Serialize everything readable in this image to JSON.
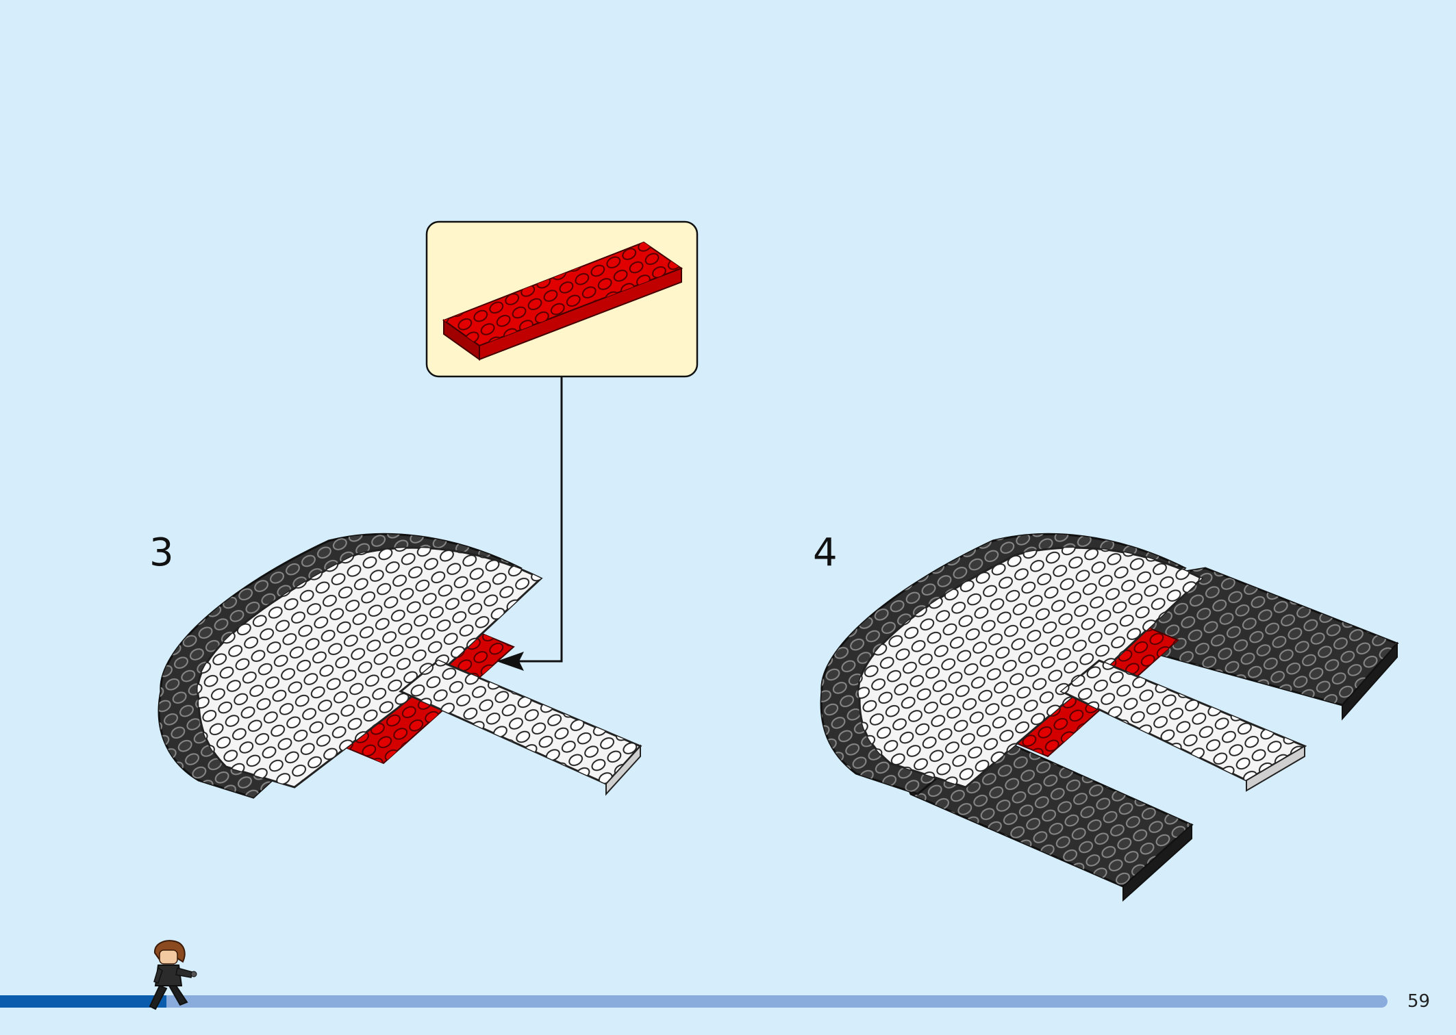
{
  "steps": [
    {
      "number": "3"
    },
    {
      "number": "4"
    }
  ],
  "callout": {
    "part": "red 2x8 plate"
  },
  "progress": {
    "fraction": 0.12
  },
  "page": {
    "number": "59"
  },
  "colors": {
    "background": "#d6eefb",
    "callout_fill": "#fff6cc",
    "red": "#d40000",
    "white_plate": "#f4f4f4",
    "black_plate": "#333333",
    "progress_done": "#0b5cad",
    "progress_rest": "#8aacdc"
  }
}
